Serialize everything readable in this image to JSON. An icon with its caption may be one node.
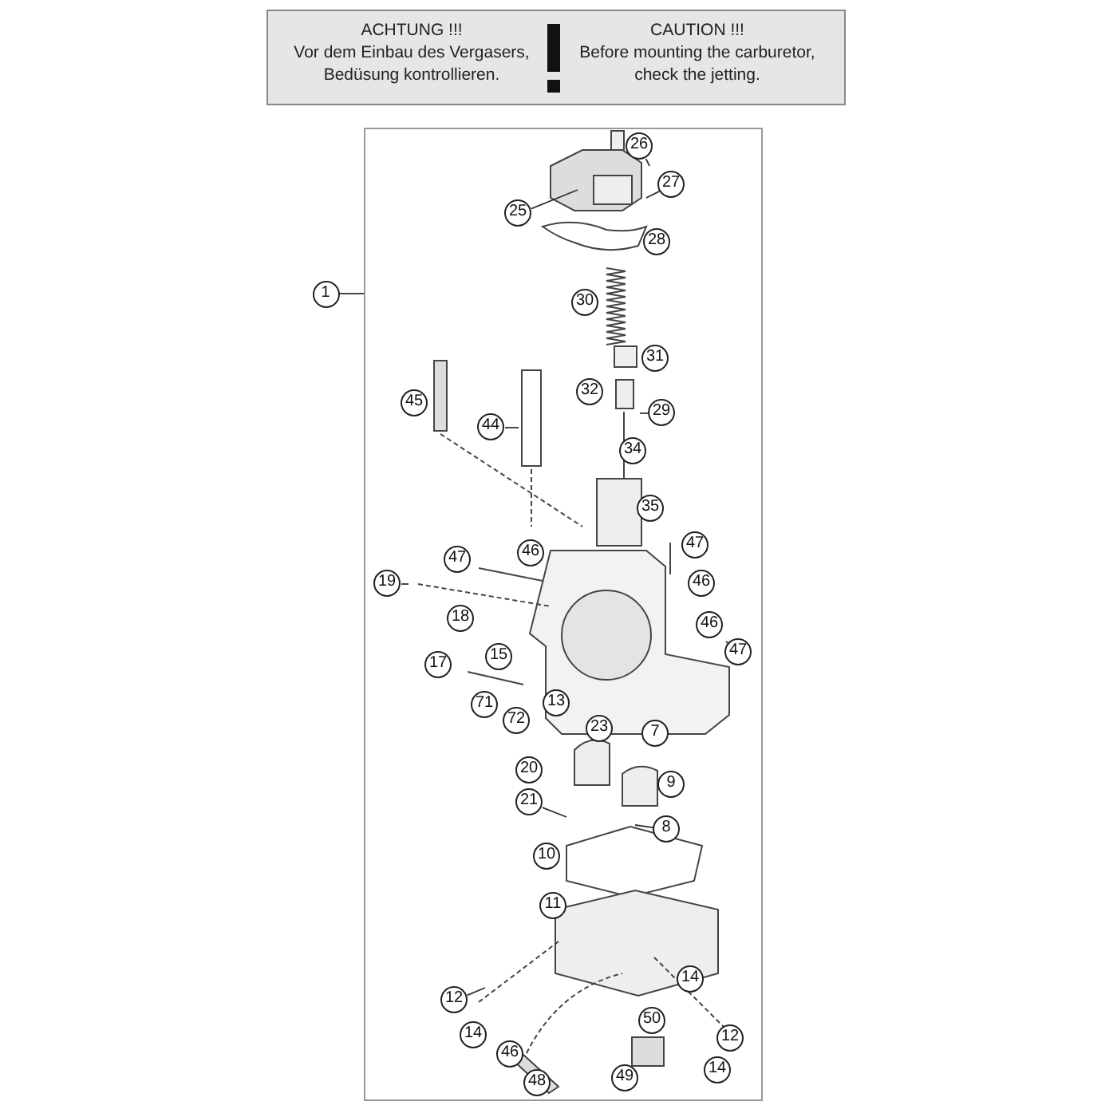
{
  "diagram": {
    "nodes": [
      {
        "text": [
          "ACHTUNG !!!",
          "Vor dem Einbau des Vergasers, Bedüsung kontrollieren.",
          "CAUTION !!!",
          "Before mounting the carburetor, check the jetting."
        ]
      },
      {
        "text": [
          "1"
        ]
      },
      {
        "text": [],
        "shape": "box"
      },
      {
        "text": [
          "26"
        ],
        "in": 2
      },
      {
        "text": [
          "27"
        ],
        "in": 2
      },
      {
        "text": [
          "25"
        ],
        "in": 2
      },
      {
        "text": [
          "28"
        ],
        "in": 2
      },
      {
        "text": [
          "30"
        ],
        "in": 2
      },
      {
        "text": [
          "31"
        ],
        "in": 2
      },
      {
        "text": [
          "32"
        ],
        "in": 2
      },
      {
        "text": [
          "45"
        ],
        "in": 2
      },
      {
        "text": [
          "29"
        ],
        "in": 2
      },
      {
        "text": [
          "44"
        ],
        "in": 2
      },
      {
        "text": [
          "34"
        ],
        "in": 2
      },
      {
        "text": [
          "35"
        ],
        "in": 2
      },
      {
        "text": [
          "47"
        ],
        "in": 2
      },
      {
        "text": [
          "47"
        ],
        "in": 2
      },
      {
        "text": [
          "46"
        ],
        "in": 2
      },
      {
        "text": [
          "46"
        ],
        "in": 2
      },
      {
        "text": [
          "19"
        ],
        "in": 2
      },
      {
        "text": [
          "18"
        ],
        "in": 2
      },
      {
        "text": [
          "46"
        ],
        "in": 2
      },
      {
        "text": [
          "47"
        ],
        "in": 2
      },
      {
        "text": [
          "15"
        ],
        "in": 2
      },
      {
        "text": [
          "17"
        ],
        "in": 2
      },
      {
        "text": [
          "13"
        ],
        "in": 2
      },
      {
        "text": [
          "71"
        ],
        "in": 2
      },
      {
        "text": [
          "72"
        ],
        "in": 2
      },
      {
        "text": [
          "23"
        ],
        "in": 2
      },
      {
        "text": [
          "7"
        ],
        "in": 2
      },
      {
        "text": [
          "20"
        ],
        "in": 2
      },
      {
        "text": [
          "9"
        ],
        "in": 2
      },
      {
        "text": [
          "21"
        ],
        "in": 2
      },
      {
        "text": [
          "8"
        ],
        "in": 2
      },
      {
        "text": [
          "10"
        ],
        "in": 2
      },
      {
        "text": [
          "11"
        ],
        "in": 2
      },
      {
        "text": [
          "14"
        ],
        "in": 2
      },
      {
        "text": [
          "12"
        ],
        "in": 2
      },
      {
        "text": [
          "50"
        ],
        "in": 2
      },
      {
        "text": [
          "14"
        ],
        "in": 2
      },
      {
        "text": [
          "12"
        ],
        "in": 2
      },
      {
        "text": [
          "46"
        ],
        "in": 2
      },
      {
        "text": [
          "14"
        ],
        "in": 2
      },
      {
        "text": [
          "49"
        ],
        "in": 2
      },
      {
        "text": [
          "48"
        ],
        "in": 2
      }
    ],
    "edges": [
      {
        "from": 1,
        "to": 2,
        "arrow": "none"
      },
      {
        "from": 3,
        "to": null,
        "arrow": "none"
      },
      {
        "from": 4,
        "to": null,
        "arrow": "none"
      },
      {
        "from": 5,
        "to": null,
        "arrow": "none"
      },
      {
        "from": 11,
        "to": null,
        "arrow": "none"
      },
      {
        "from": 12,
        "to": null,
        "arrow": "none"
      },
      {
        "from": 32,
        "to": null,
        "arrow": "none"
      },
      {
        "from": 33,
        "to": null,
        "arrow": "none"
      },
      {
        "from": 19,
        "to": null,
        "arrow": "none"
      },
      {
        "from": 37,
        "to": null,
        "arrow": "none"
      }
    ]
  }
}
